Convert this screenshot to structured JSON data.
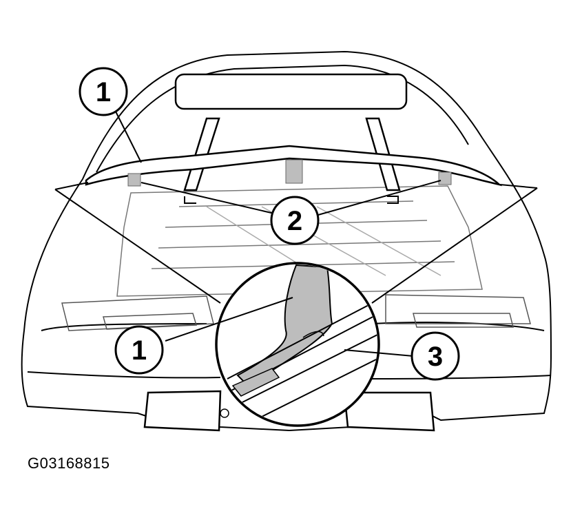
{
  "figure": {
    "id": "G03168815"
  },
  "callouts": [
    {
      "key": "top-left",
      "label": "1"
    },
    {
      "key": "center",
      "label": "2"
    },
    {
      "key": "detail-left",
      "label": "1"
    },
    {
      "key": "detail-right",
      "label": "3"
    }
  ],
  "colors": {
    "line": "#000000",
    "background": "#ffffff",
    "fill_gray": "#bdbdbd"
  }
}
